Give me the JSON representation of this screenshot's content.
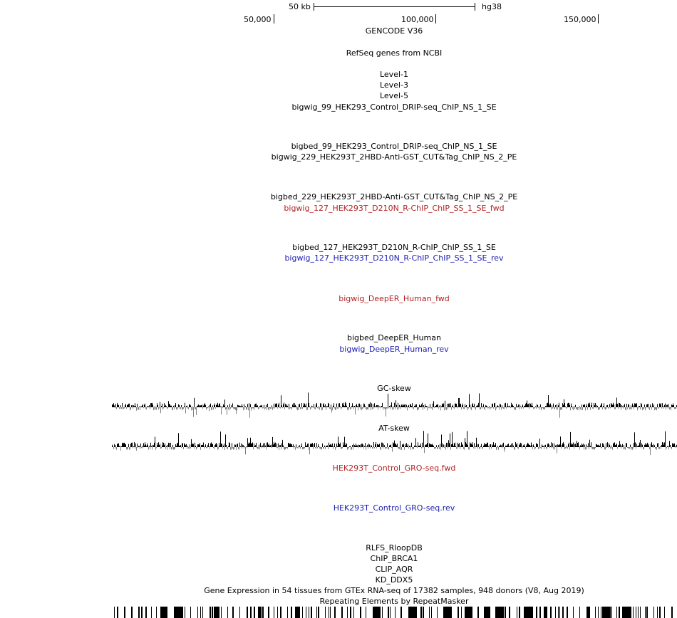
{
  "ruler": {
    "scale_label": "50 kb",
    "assembly": "hg38",
    "ticks": [
      "50,000",
      "100,000",
      "150,000"
    ]
  },
  "tracks": [
    {
      "label": "GENCODE V36",
      "color": "#000000"
    },
    {
      "label": "RefSeq genes from NCBI",
      "color": "#000000"
    },
    {
      "label": "Level-1",
      "color": "#000000"
    },
    {
      "label": "Level-3",
      "color": "#000000"
    },
    {
      "label": "Level-5",
      "color": "#000000"
    },
    {
      "label": "bigwig_99_HEK293_Control_DRIP-seq_ChIP_NS_1_SE",
      "color": "#000000"
    },
    {
      "label": "bigbed_99_HEK293_Control_DRIP-seq_ChIP_NS_1_SE",
      "color": "#000000"
    },
    {
      "label": "bigwig_229_HEK293T_2HBD-Anti-GST_CUT&Tag_ChIP_NS_2_PE",
      "color": "#000000"
    },
    {
      "label": "bigbed_229_HEK293T_2HBD-Anti-GST_CUT&Tag_ChIP_NS_2_PE",
      "color": "#000000"
    },
    {
      "label": "bigwig_127_HEK293T_D210N_R-ChIP_ChIP_SS_1_SE_fwd",
      "color": "#b22222"
    },
    {
      "label": "bigbed_127_HEK293T_D210N_R-ChIP_ChIP_SS_1_SE",
      "color": "#000000"
    },
    {
      "label": "bigwig_127_HEK293T_D210N_R-ChIP_ChIP_SS_1_SE_rev",
      "color": "#1c1cb0"
    },
    {
      "label": "bigwig_DeepER_Human_fwd",
      "color": "#b22222"
    },
    {
      "label": "bigbed_DeepER_Human",
      "color": "#000000"
    },
    {
      "label": "bigwig_DeepER_Human_rev",
      "color": "#1c1cb0"
    },
    {
      "label": "GC-skew",
      "color": "#000000"
    },
    {
      "label": "AT-skew",
      "color": "#000000"
    },
    {
      "label": "HEK293T_Control_GRO-seq.fwd",
      "color": "#b22222"
    },
    {
      "label": "HEK293T_Control_GRO-seq.rev",
      "color": "#1c1cb0"
    },
    {
      "label": "RLFS_RloopDB",
      "color": "#000000"
    },
    {
      "label": "ChIP_BRCA1",
      "color": "#000000"
    },
    {
      "label": "CLIP_AQR",
      "color": "#000000"
    },
    {
      "label": "KD_DDX5",
      "color": "#000000"
    },
    {
      "label": "Gene Expression in 54 tissues from GTEx RNA-seq of 17382 samples, 948 donors (V8, Aug 2019)",
      "color": "#000000"
    },
    {
      "label": "Repeating Elements by RepeatMasker",
      "color": "#000000"
    }
  ]
}
